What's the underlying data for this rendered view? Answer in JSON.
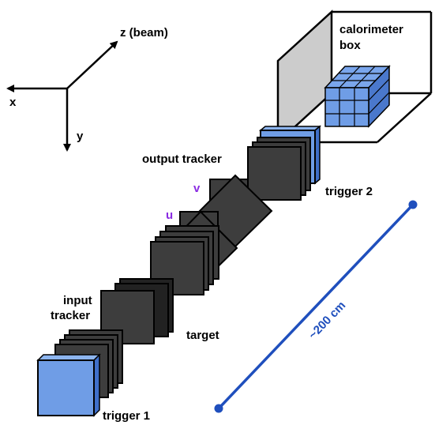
{
  "axes": {
    "z_label": "z (beam)",
    "x_label": "x",
    "y_label": "y"
  },
  "labels": {
    "calorimeter": "calorimeter",
    "box": "box",
    "output_tracker": "output tracker",
    "trigger2": "trigger 2",
    "v": "v",
    "u": "u",
    "input": "input",
    "tracker": "tracker",
    "target": "target",
    "trigger1": "trigger 1",
    "distance": "~200 cm"
  },
  "colors": {
    "detector_blue": "#6f9de6",
    "plate_dark": "#3d3d3d",
    "scale_blue": "#1f4fbd",
    "uv_purple": "#8a2be2",
    "box_wall": "#cccccc"
  }
}
